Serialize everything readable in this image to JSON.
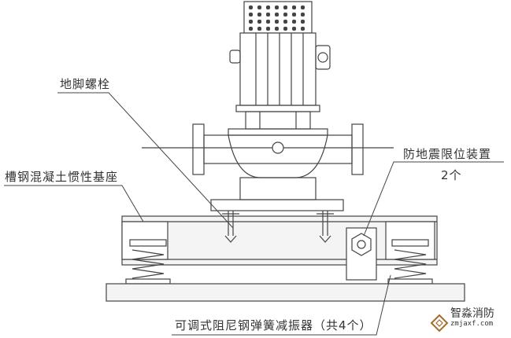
{
  "labels": {
    "anchor_bolt": "地脚螺栓",
    "inertia_base": "槽钢混凝土惯性基座",
    "seismic_limiter": "防地震限位装置",
    "seismic_limiter_count": "2个",
    "spring_isolator": "可调式阻尼钢弹簧减振器（共4个）"
  },
  "watermark": {
    "name": "智淼消防",
    "url": "zmjaxf.com"
  },
  "colors": {
    "line": "#444444",
    "concrete": "#f4f4f4"
  }
}
